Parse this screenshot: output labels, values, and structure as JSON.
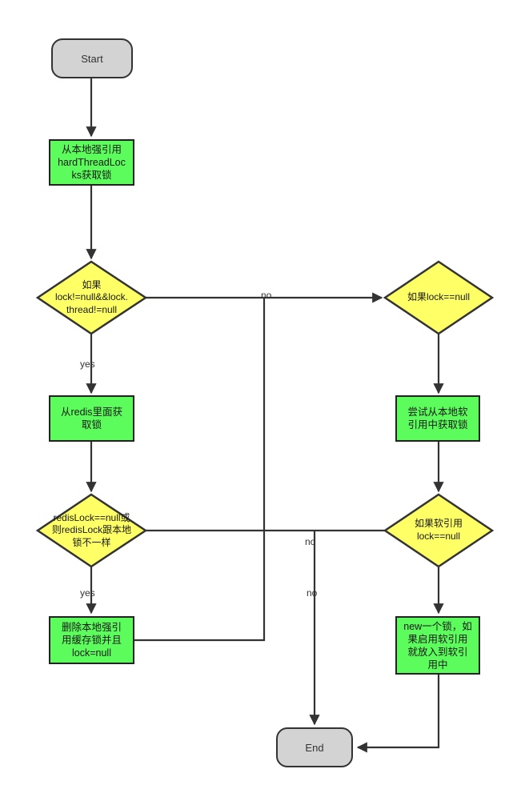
{
  "diagram": {
    "title": "Lock acquisition flowchart",
    "colors": {
      "terminal_fill": "#d3d3d3",
      "process_fill": "#5cfc5c",
      "decision_fill": "#ffff66",
      "stroke": "#333333",
      "background": "#ffffff"
    },
    "nodes": {
      "start": {
        "label": "Start",
        "type": "terminal"
      },
      "get_hard_ref": {
        "label": "从本地强引用\nhardThreadLoc\nks获取锁",
        "type": "process"
      },
      "check_lock_thread": {
        "label": "如果\nlock!=null&&lock.\nthread!=null",
        "type": "decision"
      },
      "get_redis_lock": {
        "label": "从redis里面获\n取锁",
        "type": "process"
      },
      "check_redis_lock": {
        "label": "redisLock==null或\n则redisLock跟本地\n锁不一样",
        "type": "decision"
      },
      "remove_local_lock": {
        "label": "删除本地强引\n用缓存锁并且\nlock=null",
        "type": "process"
      },
      "check_lock_null": {
        "label": "如果lock==null",
        "type": "decision"
      },
      "try_soft_ref": {
        "label": "尝试从本地软\n引用中获取锁",
        "type": "process"
      },
      "check_soft_lock_null": {
        "label": "如果软引用\nlock==null",
        "type": "decision"
      },
      "new_lock": {
        "label": "new一个锁，如\n果启用软引用\n就放入到软引\n用中",
        "type": "process"
      },
      "end": {
        "label": "End",
        "type": "terminal"
      }
    },
    "edge_labels": {
      "no_top": "no",
      "yes_left_1": "yes",
      "yes_left_2": "yes",
      "no_mid_upper": "no",
      "no_mid_lower": "no"
    }
  }
}
